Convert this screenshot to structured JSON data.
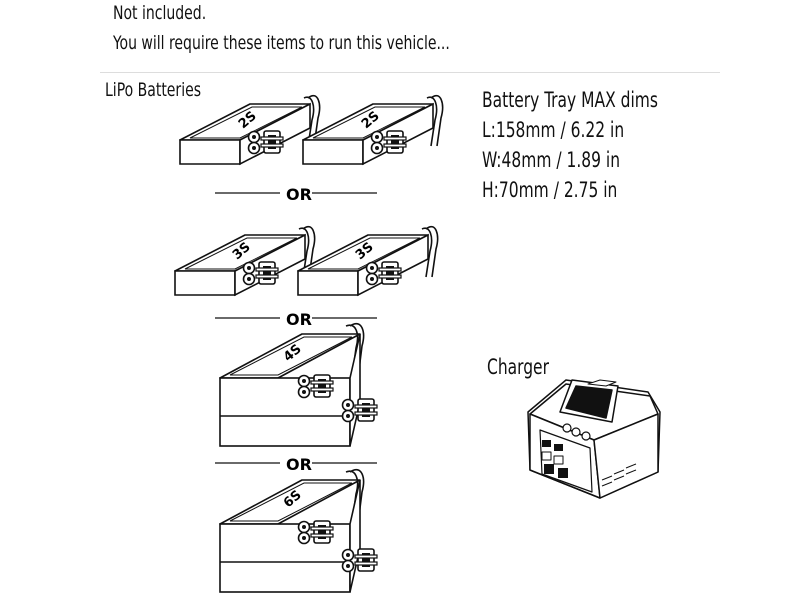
{
  "header": {
    "line1": "Not included.",
    "line2": "You will require these items to run this vehicle..."
  },
  "batteries": {
    "title": "LiPo Batteries",
    "separator": "OR",
    "labels": [
      "2S",
      "2S",
      "3S",
      "3S",
      "4S",
      "6S"
    ]
  },
  "tray": {
    "title": "Battery Tray MAX dims",
    "length": "L:158mm / 6.22 in",
    "width": "W:48mm / 1.89 in",
    "height": "H:70mm / 2.75 in"
  },
  "charger": {
    "title": "Charger"
  },
  "colors": {
    "line": "#111111",
    "rule": "#dddddd"
  }
}
